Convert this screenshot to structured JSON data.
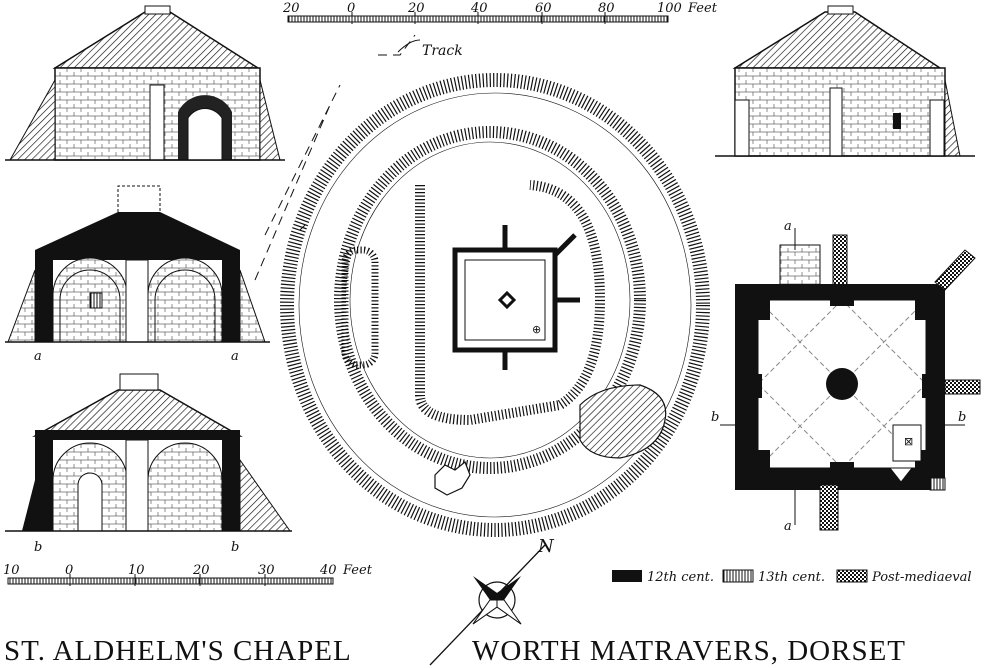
{
  "title_left": "ST. ALDHELM'S CHAPEL",
  "title_right": "WORTH MATRAVERS, DORSET",
  "top_scale": {
    "ticks": [
      "20",
      "0",
      "20",
      "40",
      "60",
      "80",
      "100"
    ],
    "unit": "Feet"
  },
  "bottom_scale": {
    "ticks": [
      "10",
      "0",
      "10",
      "20",
      "30",
      "40"
    ],
    "unit": "Feet"
  },
  "track_label": "Track",
  "north_label": "N",
  "section_labels": {
    "a_left": "a",
    "a_right": "a",
    "b_left": "b",
    "b_right": "b",
    "plan_a_top": "a",
    "plan_a_bottom": "a",
    "plan_b_left": "b",
    "plan_b_right": "b"
  },
  "legend": [
    {
      "pattern": "solid",
      "label": "12th cent."
    },
    {
      "pattern": "hatched",
      "label": "13th cent."
    },
    {
      "pattern": "dotted",
      "label": "Post-mediaeval"
    }
  ],
  "colors": {
    "ink": "#111111",
    "paper": "#ffffff"
  }
}
